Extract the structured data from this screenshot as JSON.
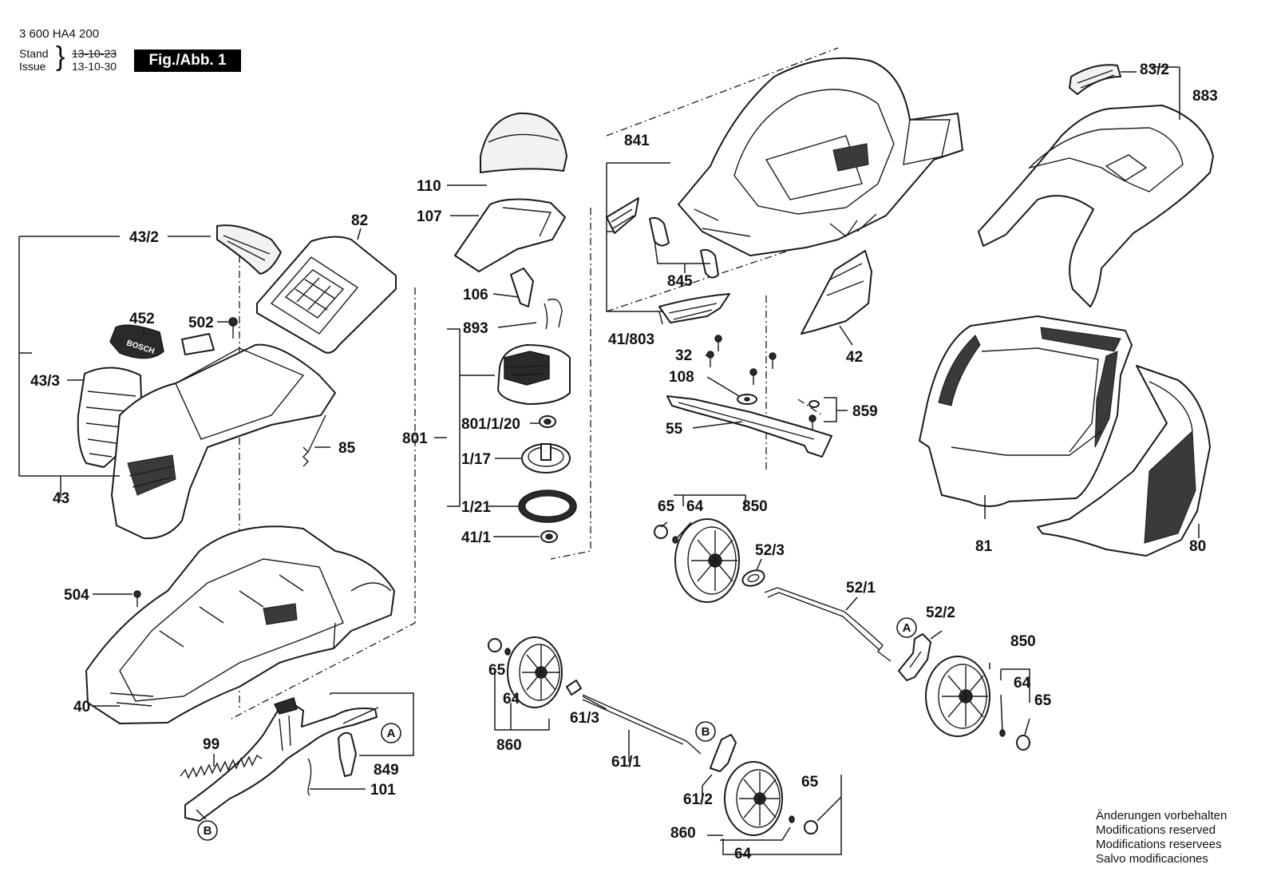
{
  "header": {
    "doc_number": "3 600 HA4 200",
    "stand_label": "Stand",
    "issue_label": "Issue",
    "stand_date_struck": "13-10-23",
    "issue_date": "13-10-30",
    "figure_badge": "Fig./Abb. 1"
  },
  "part_labels": {
    "p110": "110",
    "p107": "107",
    "p106": "106",
    "p893": "893",
    "p801": "801",
    "p801_1_20": "801/1/20",
    "p1_17": "1/17",
    "p1_21": "1/21",
    "p41_1": "41/1",
    "p43_2": "43/2",
    "p82": "82",
    "p452": "452",
    "p502": "502",
    "p43_3": "43/3",
    "p85": "85",
    "p43": "43",
    "p504": "504",
    "p40": "40",
    "p99": "99",
    "p849": "849",
    "p101": "101",
    "p841": "841",
    "p845": "845",
    "p41_803": "41/803",
    "p42": "42",
    "p32": "32",
    "p108": "108",
    "p55": "55",
    "p859": "859",
    "p83_2": "83/2",
    "p883": "883",
    "p81": "81",
    "p80": "80",
    "p65_a": "65",
    "p64_a": "64",
    "p850_a": "850",
    "p52_3": "52/3",
    "p52_1": "52/1",
    "p52_2": "52/2",
    "p850_b": "850",
    "p64_b": "64",
    "p65_b": "65",
    "p65_c": "65",
    "p64_c": "64",
    "p860_a": "860",
    "p61_3": "61/3",
    "p61_1": "61/1",
    "p61_2": "61/2",
    "p860_b": "860",
    "p64_d": "64",
    "p65_d": "65"
  },
  "callouts": {
    "a1": "A",
    "a2": "A",
    "b1": "B",
    "b2": "B"
  },
  "footer": {
    "line1": "Änderungen vorbehalten",
    "line2": "Modifications reserved",
    "line3": "Modifications reservees",
    "line4": "Salvo modificaciones"
  },
  "decorative_text": {
    "brand_on_part_452": "BOSCH"
  }
}
